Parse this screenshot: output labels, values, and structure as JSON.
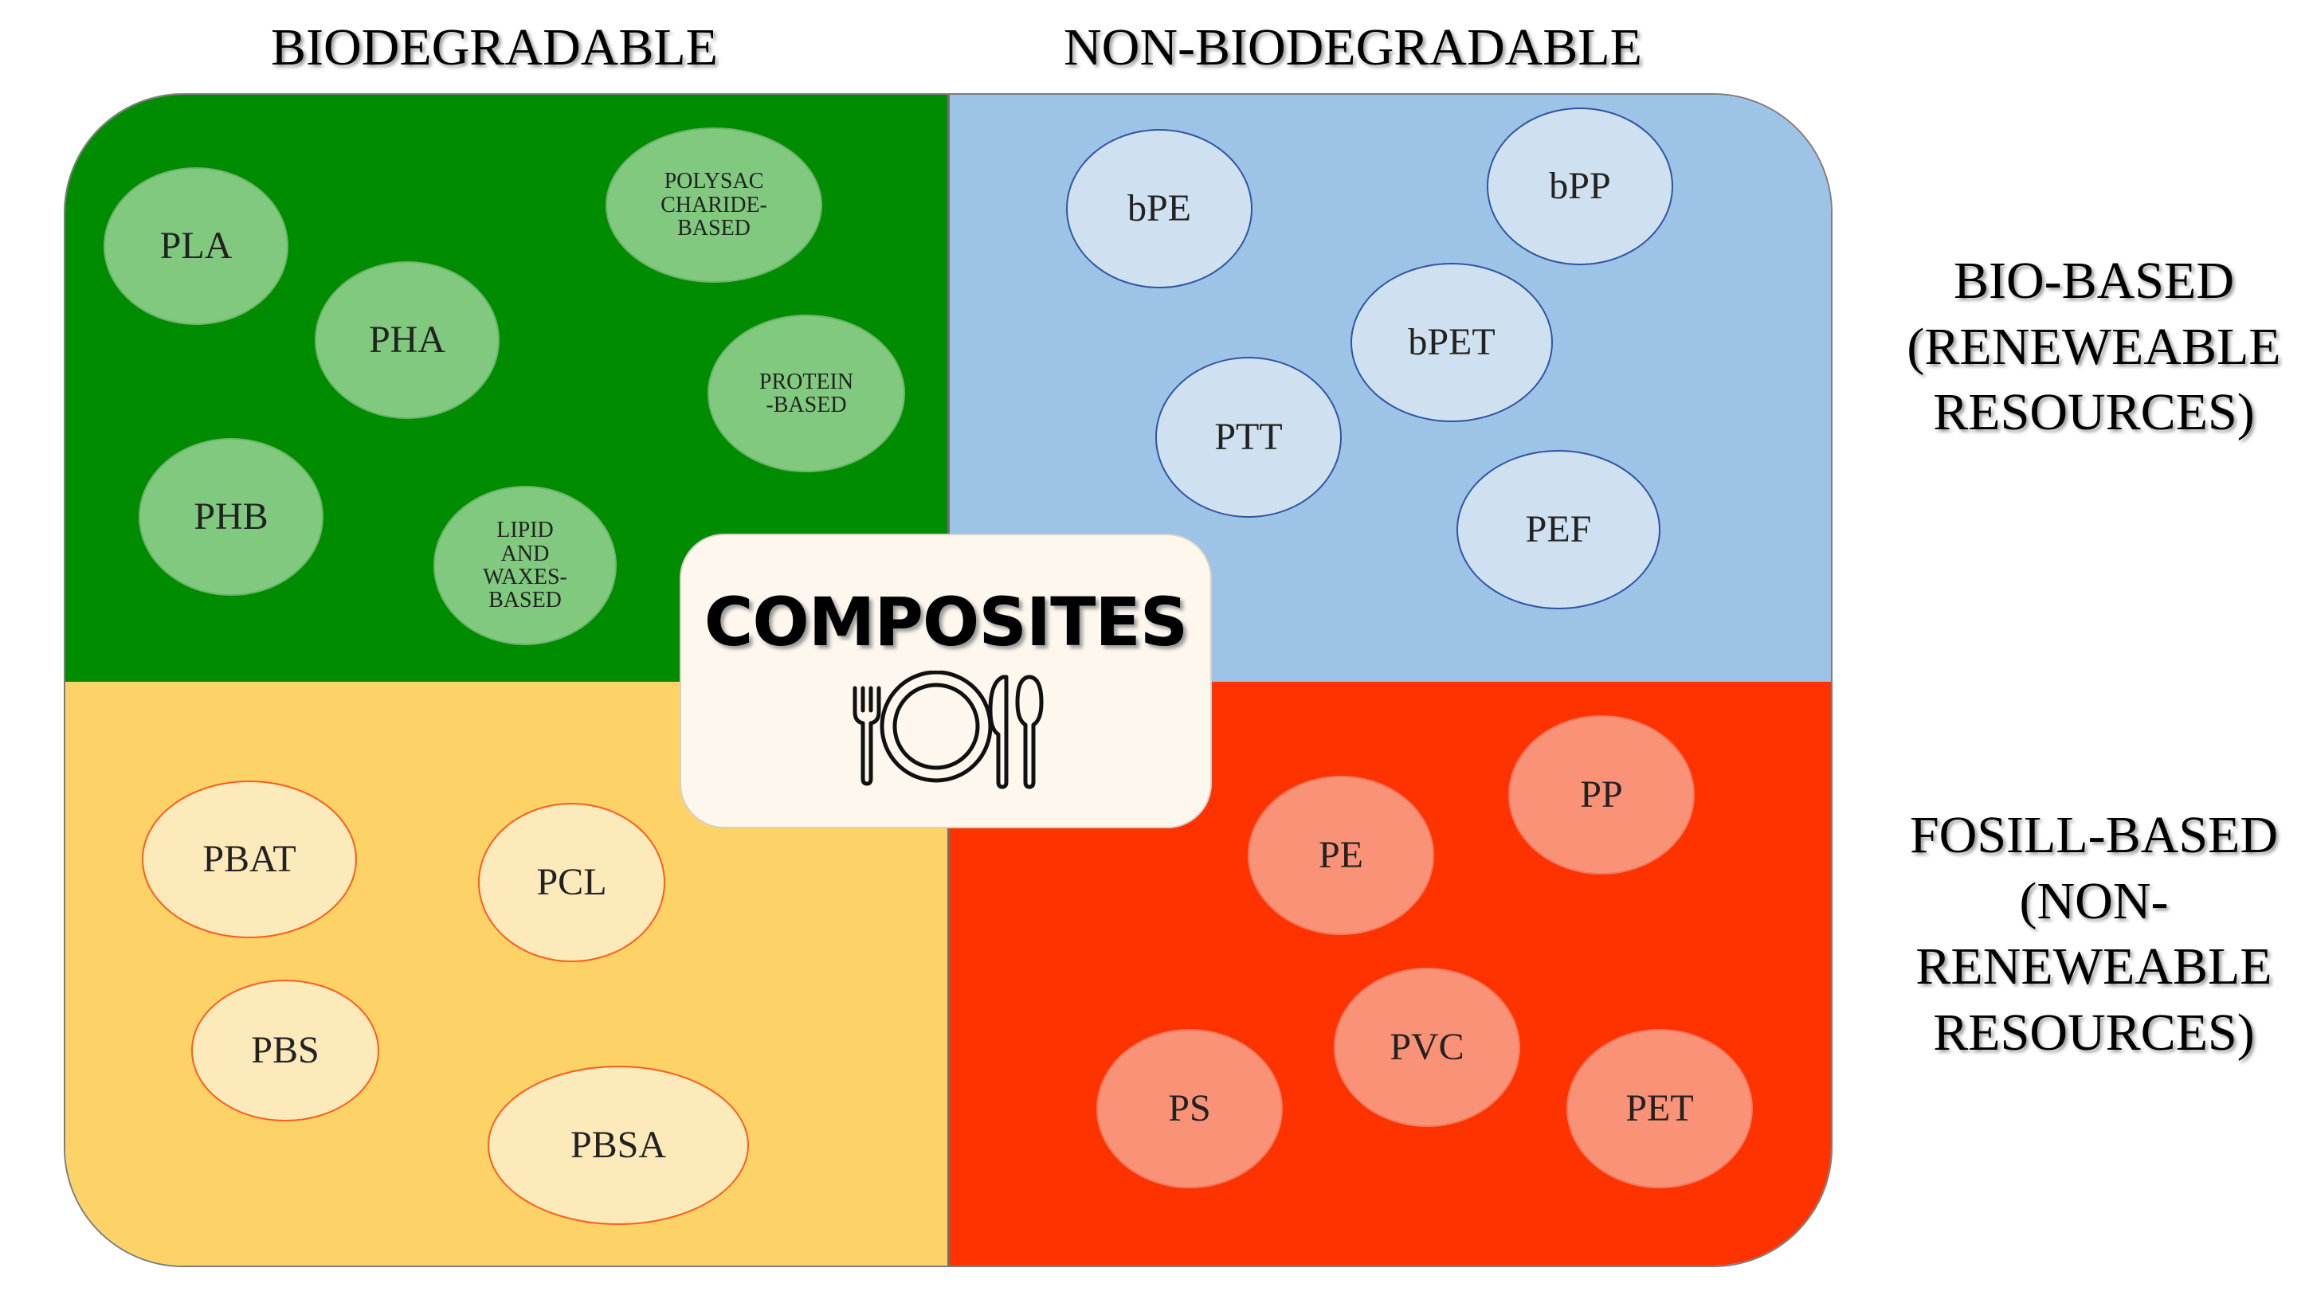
{
  "headings": {
    "left_column": "BIODEGRADABLE",
    "right_column": "NON-BIODEGRADABLE",
    "top_row": "BIO-BASED\n(RENEWEABLE\nRESOURCES)",
    "bottom_row": "FOSILL-BASED\n(NON-\nRENEWEABLE\nRESOURCES)"
  },
  "colors": {
    "biodegradable_biobased": "#008c00",
    "nonbiodegradable_biobased": "#9dc3e6",
    "biodegradable_fossil": "#fdd266",
    "nonbiodegradable_fossil": "#ff3300"
  },
  "quadrants": {
    "bio_biodegradable": {
      "items": [
        "PLA",
        "PHA",
        "PHB",
        "POLYSAC\nCHARIDE-\nBASED",
        "PROTEIN\n-BASED",
        "LIPID\nAND\nWAXES-\nBASED"
      ]
    },
    "bio_nonbiodegradable": {
      "items": [
        "bPE",
        "bPP",
        "bPET",
        "PTT",
        "PEF"
      ]
    },
    "fossil_biodegradable": {
      "items": [
        "PBAT",
        "PCL",
        "PBS",
        "PBSA"
      ]
    },
    "fossil_nonbiodegradable": {
      "items": [
        "PP",
        "PE",
        "PVC",
        "PS",
        "PET"
      ]
    }
  },
  "center": {
    "title": "COMPOSITES",
    "icon": "plate-cutlery-icon"
  }
}
